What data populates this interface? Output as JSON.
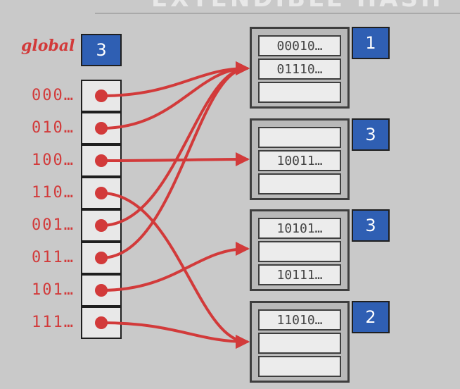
{
  "title_fragment": "EXTENDIBLE HASH",
  "global": {
    "label": "global",
    "depth": "3"
  },
  "directory": [
    {
      "key": "000…",
      "bucket": 0
    },
    {
      "key": "010…",
      "bucket": 0
    },
    {
      "key": "100…",
      "bucket": 1
    },
    {
      "key": "110…",
      "bucket": 3
    },
    {
      "key": "001…",
      "bucket": 0
    },
    {
      "key": "011…",
      "bucket": 0
    },
    {
      "key": "101…",
      "bucket": 2
    },
    {
      "key": "111…",
      "bucket": 3
    }
  ],
  "buckets": [
    {
      "local_depth": "1",
      "slots": [
        "00010…",
        "01110…",
        ""
      ]
    },
    {
      "local_depth": "3",
      "slots": [
        "",
        "10011…",
        ""
      ]
    },
    {
      "local_depth": "3",
      "slots": [
        "10101…",
        "",
        "10111…"
      ]
    },
    {
      "local_depth": "2",
      "slots": [
        "11010…",
        "",
        ""
      ]
    }
  ],
  "colors": {
    "background": "#c9c9c9",
    "arrow": "#d23a3a",
    "badge": "#2f5fb3",
    "cell": "#e8e8e8",
    "bucket": "#b9b9b9"
  }
}
